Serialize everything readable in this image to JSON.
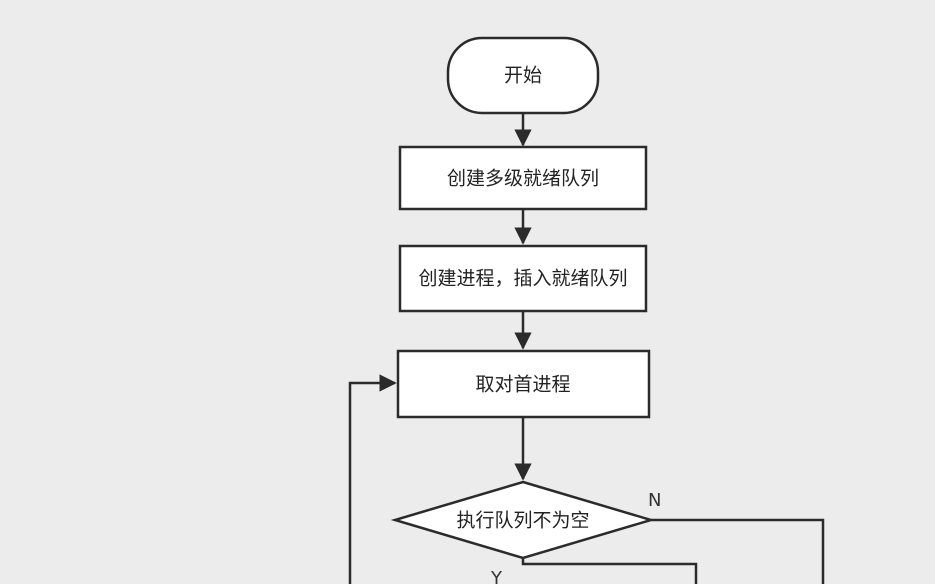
{
  "flowchart": {
    "start": "开始",
    "step_create_queues": "创建多级就绪队列",
    "step_create_process": "创建进程，插入就绪队列",
    "step_take_head": "取对首进程",
    "decision_queue_nonempty": "执行队列不为空",
    "branch_no": "N",
    "branch_yes": "Y"
  },
  "colors": {
    "background": "#ececec",
    "shape_fill": "#ffffff",
    "stroke": "#2b2b2b"
  }
}
